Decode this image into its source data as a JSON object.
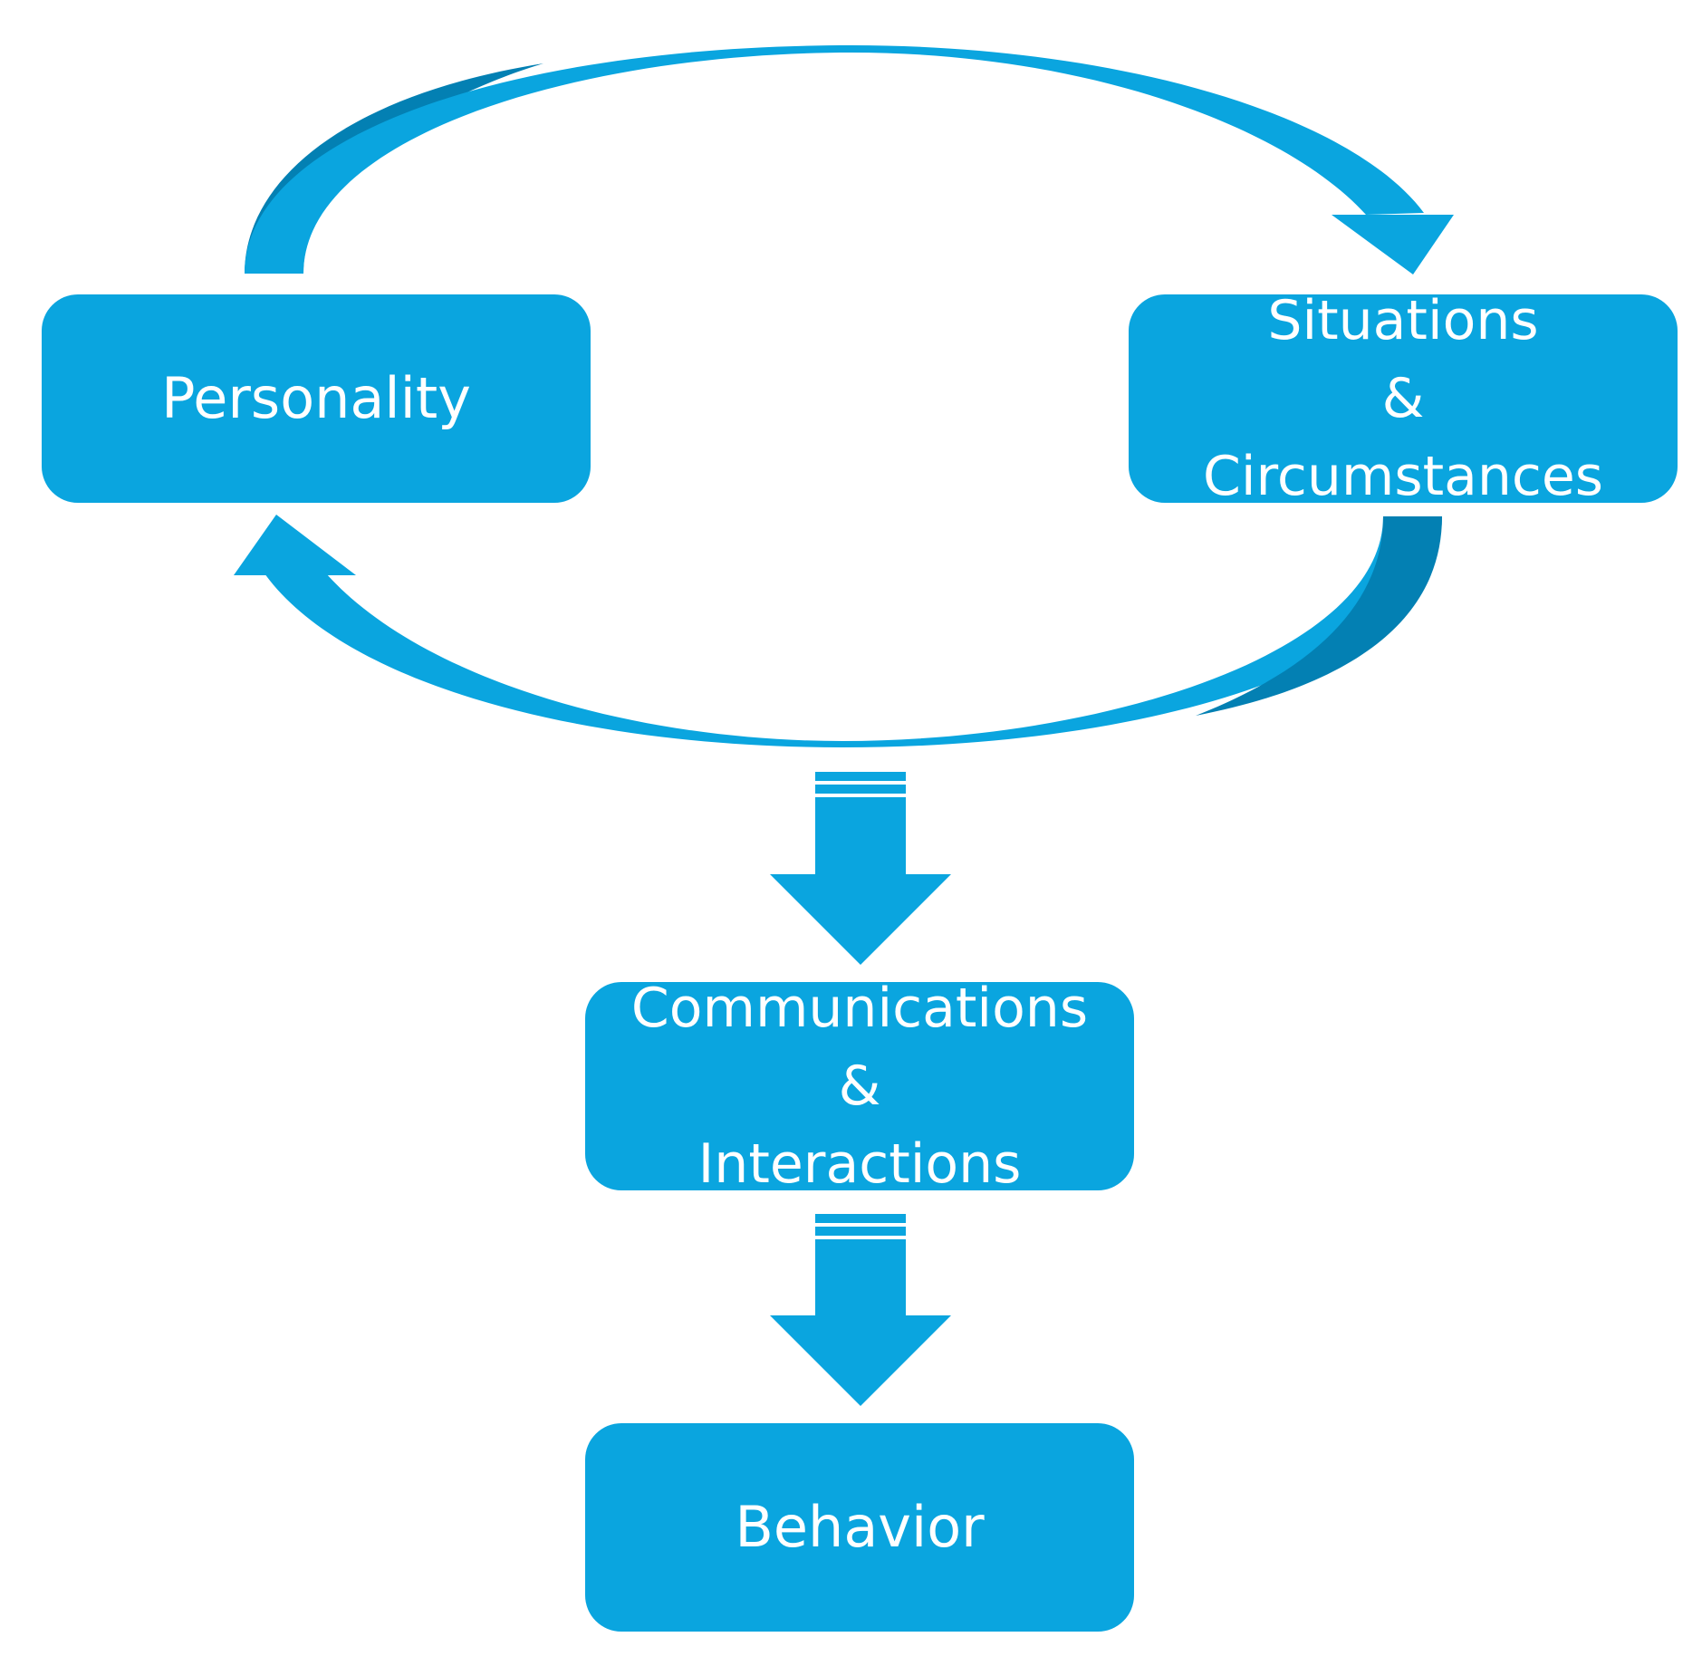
{
  "colors": {
    "box_fill": "#0aa5df",
    "arrow_fill": "#0aa5df",
    "arrow_shadow": "#0380b3",
    "text": "#ffffff",
    "background": "#ffffff"
  },
  "nodes": {
    "personality": {
      "label": "Personality"
    },
    "situations": {
      "line1": "Situations",
      "line2": "&",
      "line3": "Circumstances"
    },
    "communications": {
      "line1": "Communications",
      "line2": "&",
      "line3": "Interactions"
    },
    "behavior": {
      "label": "Behavior"
    }
  },
  "edges": [
    {
      "from": "Personality",
      "to": "Situations & Circumstances",
      "style": "curved-arrow"
    },
    {
      "from": "Situations & Circumstances",
      "to": "Personality",
      "style": "curved-arrow"
    },
    {
      "from": "cycle",
      "to": "Communications & Interactions",
      "style": "block-arrow"
    },
    {
      "from": "Communications & Interactions",
      "to": "Behavior",
      "style": "block-arrow"
    }
  ]
}
